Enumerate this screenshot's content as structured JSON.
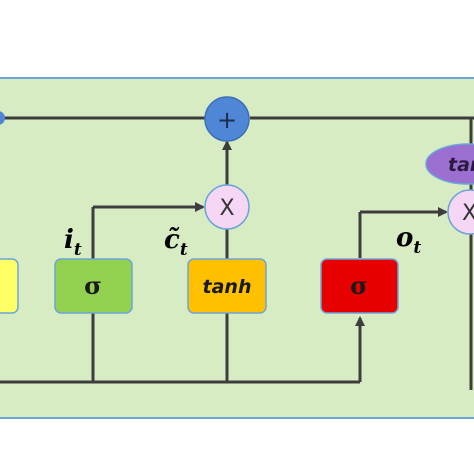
{
  "colors": {
    "cell_background": "#d8ecc4",
    "cell_border": "#6ba5d9",
    "line": "#3d3d3d",
    "sigma_input_gate": "#92d050",
    "tanh_candidate": "#ffc000",
    "sigma_output_gate": "#e60000",
    "yellow_gate": "#ffff66",
    "circle_op": "#f5d7f5",
    "plus_node": "#4f86d6",
    "tanh_output_ellipse": "#9b6fd0"
  },
  "gates": {
    "input_gate": "σ",
    "candidate": "tanh",
    "output_gate": "σ",
    "output_tanh": "tan"
  },
  "operators": {
    "plus": "+",
    "multiply_input": "X",
    "multiply_output": "X"
  },
  "labels": {
    "input_gate_label": {
      "main": "i",
      "sub": "t"
    },
    "candidate_label": {
      "main": "c̃",
      "sub": "t"
    },
    "output_gate_label": {
      "main": "o",
      "sub": "t"
    }
  }
}
